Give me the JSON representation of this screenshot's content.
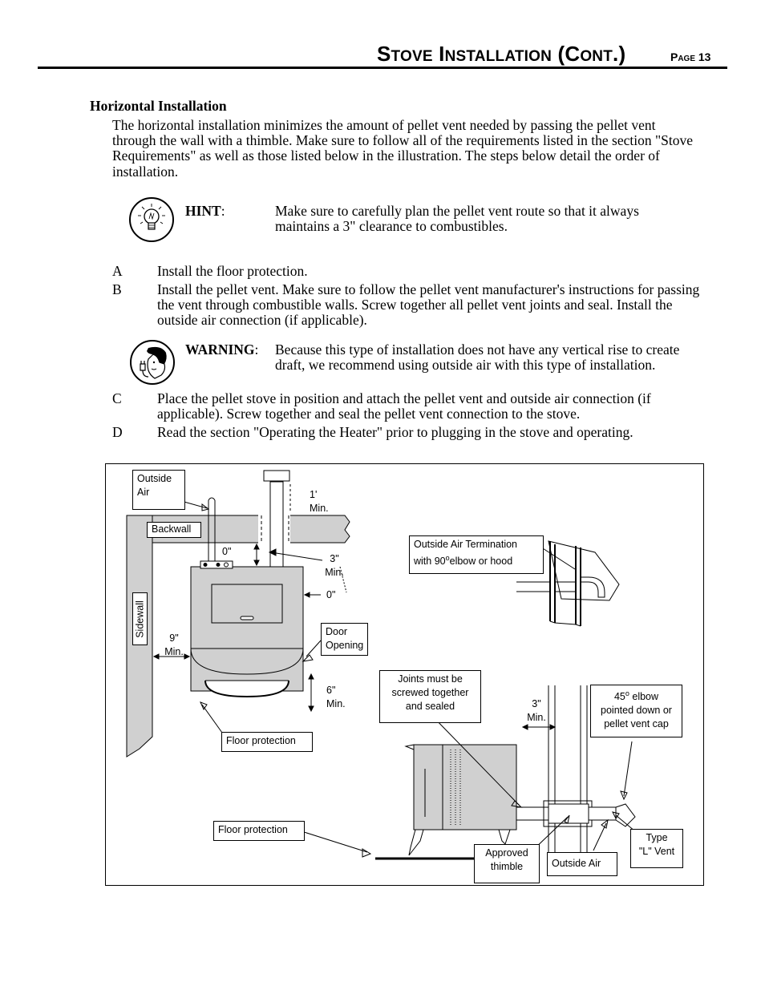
{
  "header": {
    "title_part1_cap": "S",
    "title_part1_rest": "TOVE",
    "title_part2_cap": "I",
    "title_part2_rest": "NSTALLATION",
    "title_part3_open": "(C",
    "title_part3_rest": "ONT",
    "title_part3_close": ".)",
    "page": "Page 13"
  },
  "section": {
    "heading": "Horizontal Installation",
    "intro": "The horizontal installation minimizes the amount of pellet vent needed by passing the pellet vent through the wall with a thimble.  Make sure to follow all of the requirements listed in the section \"Stove Requirements\" as well as those listed below in the illustration.  The steps below detail the order of installation."
  },
  "hint": {
    "label": "HINT",
    "colon": ":",
    "text": "Make sure to carefully plan the pellet vent route so that it always maintains a 3\" clearance to combustibles."
  },
  "steps": [
    {
      "letter": "A",
      "text": "Install the floor protection."
    },
    {
      "letter": "B",
      "text": "Install the pellet vent.  Make sure to follow the pellet vent manufacturer's instructions for passing the vent through combustible walls.  Screw together all pellet vent joints and seal.  Install the outside air connection (if applicable)."
    },
    {
      "letter": "C",
      "text": "Place the pellet stove in position and attach the pellet vent and outside air connection (if applicable).  Screw together and seal the pellet vent connection to the stove."
    },
    {
      "letter": "D",
      "text": "Read the section \"Operating the Heater\" prior to plugging in the stove and operating."
    }
  ],
  "warning": {
    "label": "WARNING",
    "colon": ":",
    "text": "Because this type of installation does not have any vertical rise to create draft, we recommend using outside air with this type of installation."
  },
  "icons": {
    "hint": "lightbulb-icon",
    "warning": "person-with-plug-icon"
  },
  "figure": {
    "outside_air": "Outside Air",
    "outside_air_1": "Outside",
    "outside_air_2": "Air",
    "backwall": "Backwall",
    "sidewall": "Sidewall",
    "one_ft": "1'",
    "min": "Min.",
    "zero_a": "0\"",
    "three_in": "3\"",
    "zero_b": "0\"",
    "nine_in": "9\"",
    "door_1": "Door",
    "door_2": "Opening",
    "six_in": "6\"",
    "floor_protection": "Floor protection",
    "termination_1": "Outside Air Termination",
    "termination_2a": "with 90",
    "termination_2b": "elbow or hood",
    "joints_1": "Joints must be",
    "joints_2": "screwed together",
    "joints_3": "and sealed",
    "elbow_1a": "45",
    "elbow_1b": " elbow",
    "elbow_2": "pointed down or",
    "elbow_3": "pellet vent cap",
    "thimble_1": "Approved",
    "thimble_2": "thimble",
    "type_1": "Type",
    "type_2": "\"L\" Vent"
  }
}
